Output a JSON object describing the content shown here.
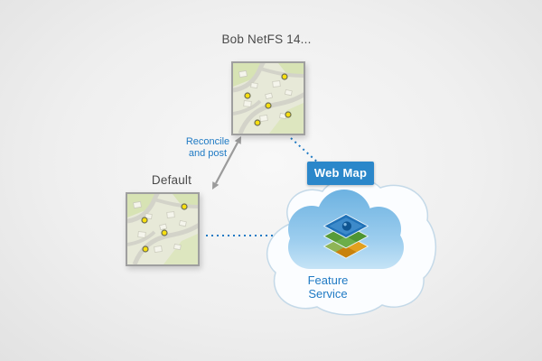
{
  "diagram": {
    "bob_version_label": "Bob NetFS 14...",
    "default_version_label": "Default",
    "reconcile_label": {
      "line1": "Reconcile",
      "line2": "and post"
    },
    "web_map_label": "Web Map",
    "feature_service_label": {
      "line1": "Feature",
      "line2": "Service"
    }
  },
  "icons": {
    "bob_map": "map-thumbnail-icon",
    "default_map": "map-thumbnail-icon",
    "cloud": "cloud-icon",
    "layers_stack": "map-layers-icon",
    "reconcile_arrow": "double-headed-arrow-icon",
    "connectors": "dotted-line-connector"
  },
  "colors": {
    "accent_blue": "#1f7ac4",
    "badge_blue": "#2b87ca",
    "label_gray": "#4a4a4a",
    "arrow_gray": "#9b9b9b",
    "cloud_blue_top": "#69b0e0",
    "cloud_blue_bottom": "#d9eefa",
    "map_point_yellow": "#f7df0e",
    "layer_orange": "#d98f12",
    "layer_green": "#5ea23f",
    "layer_blue": "#2172b8"
  }
}
